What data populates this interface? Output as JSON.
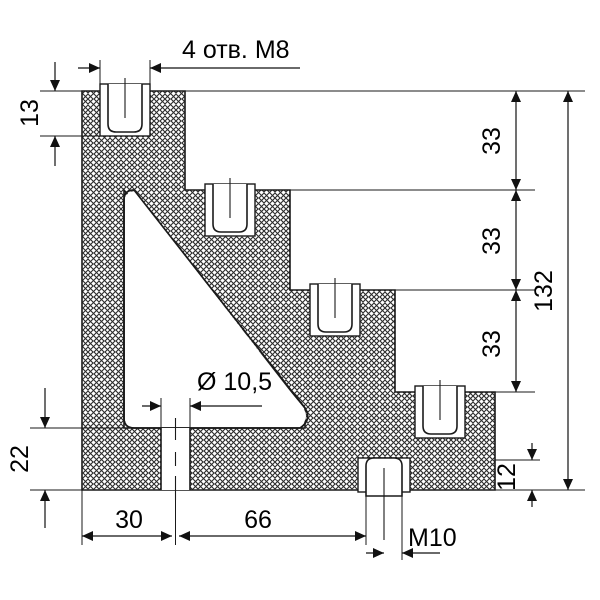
{
  "drawing": {
    "type": "engineering-section-view",
    "description": "Cross-section of an L-shaped stepped bracket with cross-hatched cut material, internal diagonal rib, four M8 tapped holes, one M10 tapped hole and one through hole",
    "units": "mm",
    "line_color": "#1a1a1a",
    "hatch_color": "#333333",
    "background": "#ffffff"
  },
  "notes": {
    "holes_callout": "4 отв.  M8",
    "through_hole": "Ø 10,5",
    "bottom_thread": "M10"
  },
  "dimensions": {
    "top_flange_thickness": "13",
    "step_1": "33",
    "step_2": "33",
    "step_3": "33",
    "bottom_lip": "12",
    "overall_height": "132",
    "base_thickness": "22",
    "left_offset": "30",
    "mid_span": "66"
  },
  "chart_data": {
    "type": "table",
    "title": "Dimension list",
    "categories": [
      "13",
      "33",
      "33",
      "33",
      "12",
      "132",
      "22",
      "30",
      "66"
    ],
    "values": [
      13,
      33,
      33,
      33,
      12,
      132,
      22,
      30,
      66
    ],
    "annotations": [
      "4 отв.  M8",
      "Ø 10,5",
      "M10"
    ]
  }
}
